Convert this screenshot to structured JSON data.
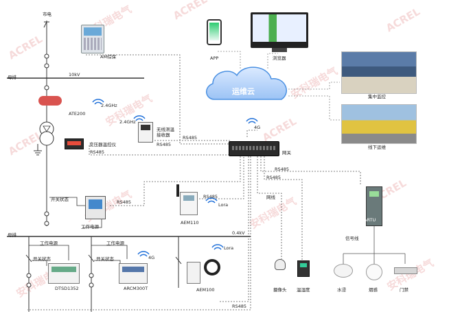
{
  "labels": {
    "mains": "市电",
    "busbar_top": "母排",
    "kv10": "10kV",
    "busbar_bottom": "母排",
    "kv04": "0.4kV",
    "am_protection": "AM综保",
    "ate200": "ATE200",
    "ghz1": "2.4GHz",
    "ghz2": "2.4GHz",
    "wireless_receiver": "无线测温\n接收器",
    "transformer_ctrl": "变压器温控仪",
    "rs485_ttc": "RS485",
    "rs485_wtr": "RS485",
    "rs485_am": "RS485",
    "rs485_switch": "RS485",
    "rs485_aem110": "RS485",
    "rs485_gw1": "RS485",
    "rs485_gw2": "RS485",
    "rs485_bottom": "RS485",
    "switch_status_1": "开关状态",
    "work_power_1": "工作电源",
    "aem110": "AEM110",
    "lora1": "Lora",
    "lora2": "Lora",
    "app": "APP",
    "browser": "浏览器",
    "cloud": "运维云",
    "g4_top": "4G",
    "g4_mid": "4G",
    "gateway": "网关",
    "network_cable": "网线",
    "artu": "ARTU",
    "signal_line": "信号线",
    "central_monitor": "集中监控",
    "offline_om": "线下运维",
    "work_power_2": "工作电源",
    "work_power_3": "工作电源",
    "switch_status_2": "开关状态",
    "switch_status_3": "开关状态",
    "dtsd": "DTSD1352",
    "arcm": "ARCM300T",
    "aem100": "AEM100",
    "camera": "摄像头",
    "temp_humidity": "温湿度",
    "water": "水浸",
    "smoke": "烟感",
    "door": "门禁",
    "watermark_cn": "安科瑞电气",
    "watermark_en": "ACREL"
  },
  "colors": {
    "accent_red": "#c0392b",
    "cloud_blue": "#2f80ed",
    "wifi_blue": "#1e6fd9",
    "line_dark": "#333333",
    "dashed": "#555555",
    "watermark": "#e69696"
  }
}
